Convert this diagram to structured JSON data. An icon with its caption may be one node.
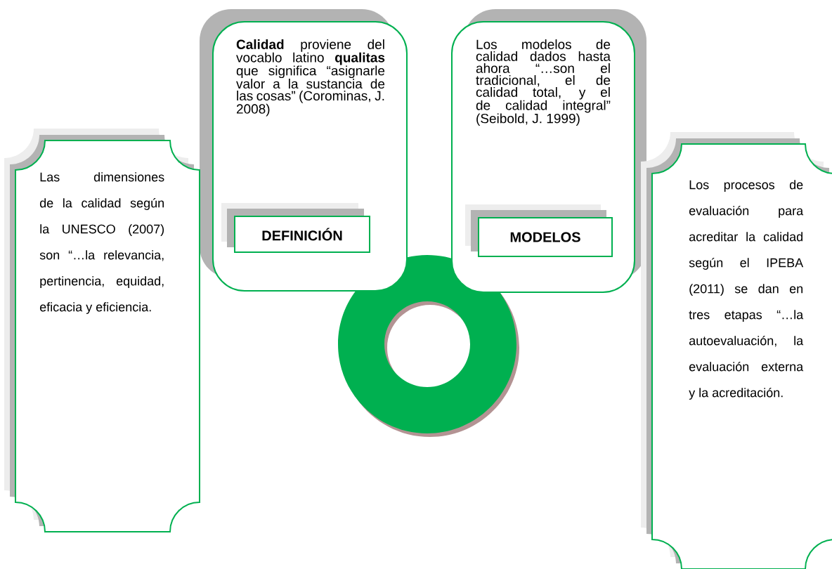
{
  "diagram": {
    "nodes": [
      {
        "text": [
          "Las dimensiones de la calidad según la UNESCO (2007) son “…la relevancia, pertinencia, equidad, eficacia y eficiencia."
        ]
      },
      {
        "text": [
          "**Calidad** proviene del vocablo latino **qualitas** que significa “asignarle valor a la sustancia de las cosas” (Corominas, J. 2008)"
        ]
      },
      {
        "text": [
          "DEFINICIÓN"
        ],
        "in": 1
      },
      {
        "text": [
          "Los modelos de calidad dados hasta ahora “…son el tradicional, el de calidad total, y el de calidad integral” (Seibold, J. 1999)"
        ]
      },
      {
        "text": [
          "MODELOS"
        ],
        "in": 3
      },
      {
        "text": [
          "Los procesos de evaluación para acreditar la calidad según el IPEBA (2011) se dan en tres etapas “…la autoevaluación, la evaluación externa y la acreditación."
        ]
      }
    ]
  }
}
